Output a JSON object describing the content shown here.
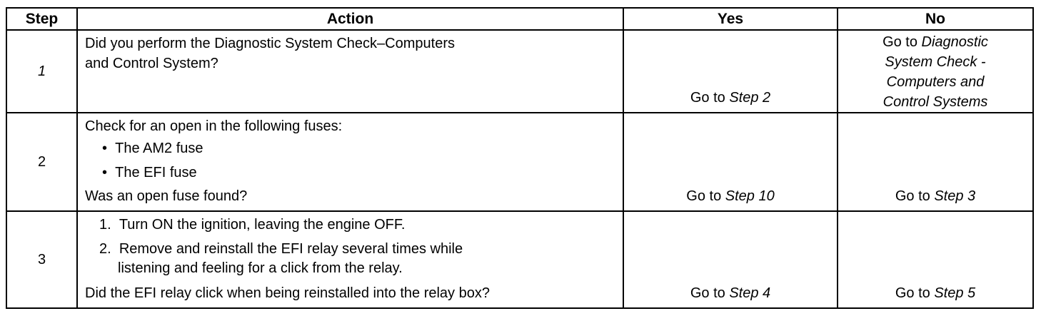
{
  "table": {
    "headers": {
      "step": "Step",
      "action": "Action",
      "yes": "Yes",
      "no": "No"
    },
    "rows": [
      {
        "step": "1",
        "action_lines": [
          "Did you perform the Diagnostic System Check–Computers",
          "and Control System?"
        ],
        "yes_prefix": "Go to ",
        "yes_target": "Step 2",
        "no_prefix": "Go to ",
        "no_target_lines": [
          "Diagnostic",
          "System Check -",
          "Computers and",
          "Control Systems"
        ]
      },
      {
        "step": "2",
        "action_intro": "Check for an open in the following fuses:",
        "bullets": [
          "The AM2 fuse",
          "The EFI fuse"
        ],
        "question": "Was an open fuse found?",
        "yes_prefix": "Go to ",
        "yes_target": "Step 10",
        "no_prefix": "Go to ",
        "no_target": "Step 3"
      },
      {
        "step": "3",
        "numbered": [
          {
            "num": "1.",
            "text": "Turn ON the ignition, leaving the engine OFF."
          },
          {
            "num": "2.",
            "text": "Remove and reinstall the EFI relay several times while",
            "continuation": "listening and feeling for a click from the relay."
          }
        ],
        "question": "Did the EFI relay click when being reinstalled into the relay box?",
        "yes_prefix": "Go to ",
        "yes_target": "Step 4",
        "no_prefix": "Go to ",
        "no_target": "Step 5"
      }
    ]
  }
}
